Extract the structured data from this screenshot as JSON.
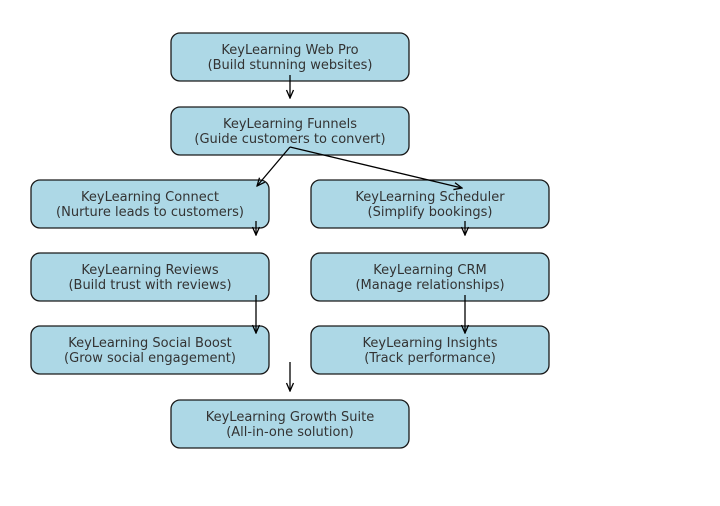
{
  "diagram": {
    "nodes": [
      {
        "id": "web_pro",
        "name": "KeyLearning Web Pro",
        "desc": "(Build stunning websites)"
      },
      {
        "id": "funnels",
        "name": "KeyLearning Funnels",
        "desc": "(Guide customers to convert)"
      },
      {
        "id": "connect",
        "name": "KeyLearning Connect",
        "desc": "(Nurture leads to customers)"
      },
      {
        "id": "scheduler",
        "name": "KeyLearning Scheduler",
        "desc": "(Simplify bookings)"
      },
      {
        "id": "reviews",
        "name": "KeyLearning Reviews",
        "desc": "(Build trust with reviews)"
      },
      {
        "id": "crm",
        "name": "KeyLearning CRM",
        "desc": "(Manage relationships)"
      },
      {
        "id": "social_boost",
        "name": "KeyLearning Social Boost",
        "desc": "(Grow social engagement)"
      },
      {
        "id": "insights",
        "name": "KeyLearning Insights",
        "desc": "(Track performance)"
      },
      {
        "id": "growth_suite",
        "name": "KeyLearning Growth Suite",
        "desc": "(All-in-one solution)"
      }
    ],
    "edges": [
      {
        "from": "web_pro",
        "to": "funnels"
      },
      {
        "from": "funnels",
        "to": "connect"
      },
      {
        "from": "funnels",
        "to": "scheduler"
      },
      {
        "from": "connect",
        "to": "reviews"
      },
      {
        "from": "scheduler",
        "to": "crm"
      },
      {
        "from": "reviews",
        "to": "social_boost"
      },
      {
        "from": "crm",
        "to": "insights"
      },
      {
        "from": "social_boost",
        "to": "growth_suite"
      }
    ],
    "colors": {
      "node_fill": "#add8e6",
      "node_border": "#1a1a1a",
      "text": "#333333",
      "edge": "#000000"
    }
  }
}
